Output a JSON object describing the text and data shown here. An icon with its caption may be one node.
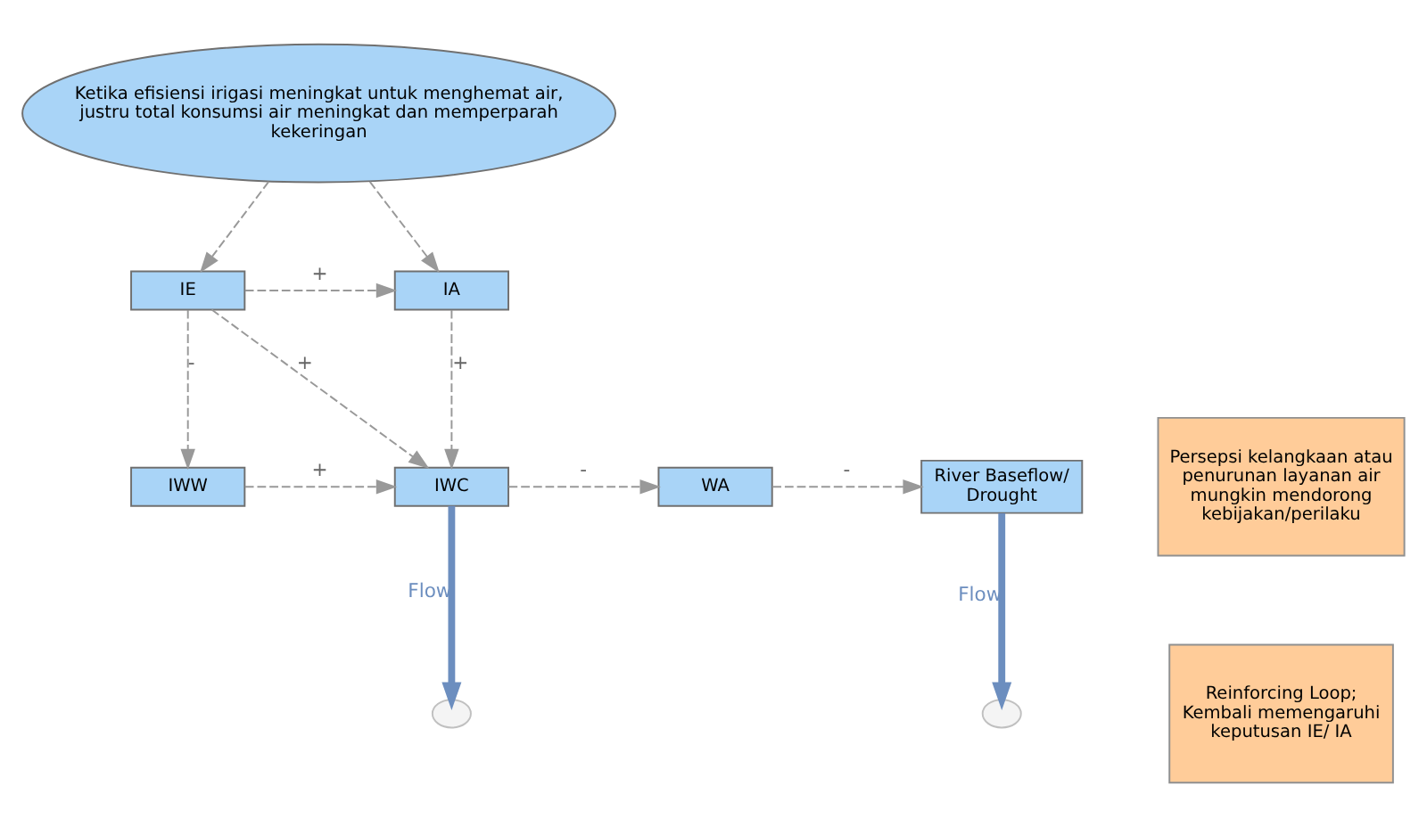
{
  "diagram": {
    "nodes": [
      {
        "text": [
          "Ketika efisiensi irigasi meningkat untuk menghemat air, justru total konsumsi air meningkat dan memperparah kekeringan"
        ]
      },
      {
        "text": [
          "IE"
        ]
      },
      {
        "text": [
          "IA"
        ]
      },
      {
        "text": [
          "IWW"
        ]
      },
      {
        "text": [
          "IWC"
        ]
      },
      {
        "text": [
          "WA"
        ]
      },
      {
        "text": [
          "River Baseflow/ Drought"
        ]
      },
      {
        "text": [],
        "shape": "cloud"
      },
      {
        "text": [],
        "shape": "cloud"
      },
      {
        "text": [
          "Reinforcing Loop; Kembali memengaruhi keputusan IE/ IA"
        ]
      },
      {
        "text": [
          "Persepsi kelangkaan atau penurunan layanan air mungkin mendorong kebijakan/perilaku"
        ]
      }
    ],
    "edges": [
      {
        "from": 0,
        "to": 1,
        "arrow": "to",
        "style": "dashed"
      },
      {
        "from": 0,
        "to": 2,
        "arrow": "to",
        "style": "dashed"
      },
      {
        "from": 1,
        "to": 2,
        "arrow": "to",
        "style": "dashed",
        "label": "+"
      },
      {
        "from": 1,
        "to": 3,
        "arrow": "to",
        "style": "dashed",
        "label": "-"
      },
      {
        "from": 1,
        "to": 4,
        "arrow": "to",
        "style": "dashed",
        "label": "+"
      },
      {
        "from": 2,
        "to": 4,
        "arrow": "to",
        "style": "dashed",
        "label": "+"
      },
      {
        "from": 3,
        "to": 4,
        "arrow": "to",
        "style": "dashed",
        "label": "+"
      },
      {
        "from": 4,
        "to": 5,
        "arrow": "to",
        "style": "dashed",
        "label": "-"
      },
      {
        "from": 5,
        "to": 6,
        "arrow": "to",
        "style": "dashed",
        "label": "-"
      },
      {
        "from": 4,
        "to": 7,
        "arrow": "to",
        "style": "thick",
        "color": "#6c8ebf",
        "label": "Flow"
      },
      {
        "from": 6,
        "to": 8,
        "arrow": "to",
        "style": "thick",
        "color": "#6c8ebf",
        "label": "Flow"
      }
    ]
  }
}
